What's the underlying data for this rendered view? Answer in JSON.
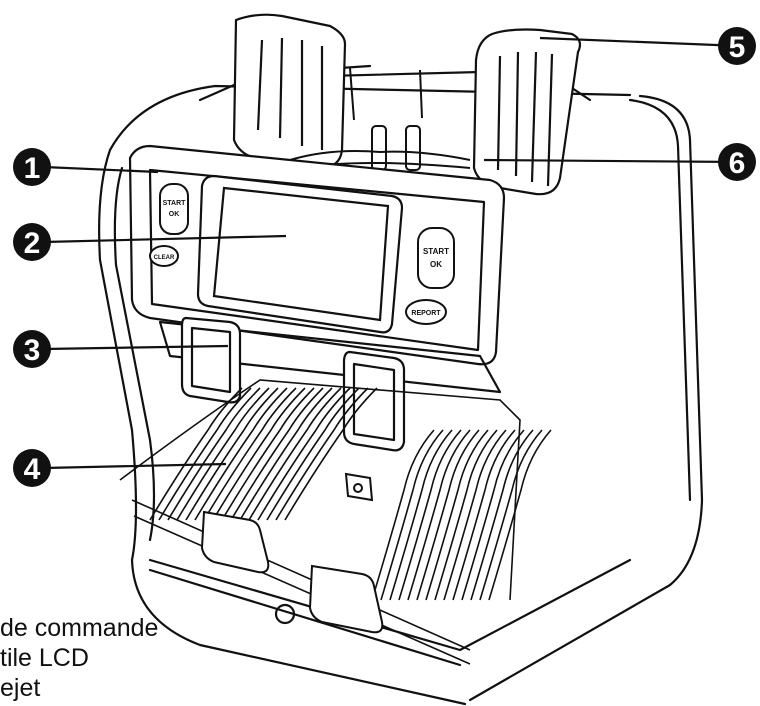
{
  "callouts": [
    {
      "number": "1"
    },
    {
      "number": "2"
    },
    {
      "number": "3"
    },
    {
      "number": "4"
    },
    {
      "number": "5"
    },
    {
      "number": "6"
    }
  ],
  "device_buttons": {
    "left_start_line1": "START",
    "left_start_line2": "OK",
    "clear": "CLEAR",
    "right_start_line1": "START",
    "right_start_line2": "OK",
    "report": "REPORT"
  },
  "legend": {
    "line1": "de commande",
    "line2": "tile LCD",
    "line3": "ejet"
  },
  "colors": {
    "ink": "#111111",
    "marker_fill": "#111111",
    "marker_text": "#ffffff",
    "background": "#ffffff"
  }
}
